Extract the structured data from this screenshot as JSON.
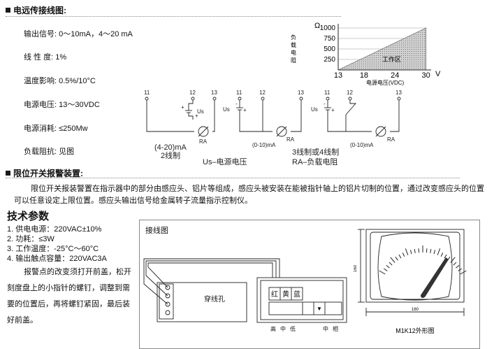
{
  "sections": {
    "remote": "电远传接线图:",
    "limit": "限位开关报警装置:"
  },
  "specs": [
    {
      "label": "输出信号:",
      "value": "0～10mA，4～20 mA"
    },
    {
      "label": "线  性  度:",
      "value": "1%"
    },
    {
      "label": "温度影响:",
      "value": "0.5%/10°C"
    },
    {
      "label": "电源电压:",
      "value": "13～30VDC"
    },
    {
      "label": "电源消耗:",
      "value": "≤250Mw"
    },
    {
      "label": "负载阻抗:",
      "value": "见图"
    }
  ],
  "load_chart": {
    "y_unit": "Ω",
    "y_title": "负载电阻",
    "y_ticks": [
      "1000",
      "750",
      "500",
      "250"
    ],
    "x_ticks": [
      "13",
      "18",
      "24",
      "30"
    ],
    "x_unit": "V",
    "x_title": "电源电压(VDC)",
    "region_label": "工作区"
  },
  "chart_data": {
    "type": "area",
    "title": "",
    "xlabel": "电源电压(VDC)",
    "ylabel": "负载电阻",
    "x": [
      13,
      30
    ],
    "y": [
      0,
      1000
    ],
    "xlim": [
      13,
      31
    ],
    "ylim": [
      0,
      1100
    ],
    "region": "工作区"
  },
  "wiring": {
    "d1_terminals": [
      "11",
      "12",
      "13"
    ],
    "d2_terminals": [
      "11",
      "12",
      "13"
    ],
    "d3_terminals": [
      "11",
      "12",
      "13"
    ],
    "us": "Us",
    "ra": "RA",
    "plus": "+",
    "minus": "-",
    "d1_range": "(4-20)mA",
    "d1_type": "2线制",
    "d2_range": "(0-10)mA",
    "d3_range": "(0-10)mA",
    "d3_type": "3线制或4线制",
    "us_caption": "Us–电源电压",
    "ra_caption": "RA–负载电阻"
  },
  "limit_text": "限位开关报装警置在指示器中的部分由感应头、铝片等组成，感应头被安装在能被指针轴上的铝片切制的位置，通过改变感应头的位置可以任意设定上限位置。感应头输出信号给金属转子流量指示控制仪。",
  "tech": {
    "heading": "技术参数",
    "items": [
      "1. 供电电源：220VAC±10%",
      "2. 功耗：≤3W",
      "3. 工作温度：-25°C～60°C",
      "4. 输出触点容量：220VAC3A"
    ],
    "note": "报警点的改变须打开前盖，松开刻度盘上的小指针的螺钉，调整到需要的位置后，再将螺钉紧固，最后装好前盖。"
  },
  "wiring_box": {
    "title": "接线图",
    "hole": "穿线孔",
    "colors": [
      "红",
      "黄",
      "蓝"
    ],
    "bottom": [
      "高",
      "中",
      "低",
      "中",
      "相"
    ]
  },
  "dims": {
    "width_label": "160",
    "height_label": "160",
    "caption": "M1K12外形图"
  }
}
